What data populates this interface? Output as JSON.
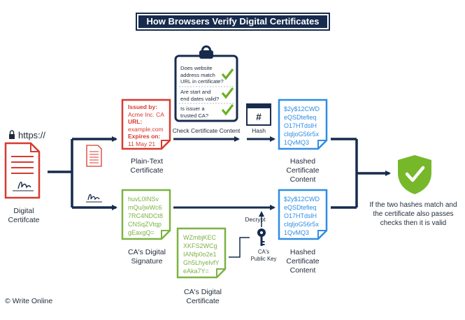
{
  "title": "How Browsers Verify Digital Certificates",
  "url_label": "https://",
  "digital_cert": {
    "label_line1": "Digital",
    "label_line2": "Certifcate"
  },
  "plaintext_cert": {
    "issued_by_label": "Issued by:",
    "issued_by_value": "Acme Inc. CA",
    "url_label": "URL:",
    "url_value": "example.com",
    "expires_label": "Expires on:",
    "expires_value": "11 May 21",
    "caption_line1": "Plain-Text",
    "caption_line2": "Certificate"
  },
  "clipboard": {
    "q1_line1": "Does website",
    "q1_line2": "address match",
    "q1_line3": "URL in certificate?",
    "q2_line1": "Are start and",
    "q2_line2": "end dates valid?",
    "q3_line1": "Is issuer a",
    "q3_line2": "trusted CA?"
  },
  "check_content_label": "Check Certificate Content",
  "hash_label": "Hash",
  "hash_icon": "#",
  "hash_lines": [
    "$2y$12CWD",
    "eQSDtefieq",
    "O17HTdslH",
    "clqljoG56r5x",
    "1QvMQ3"
  ],
  "hashed_caption": {
    "line1": "Hashed",
    "line2": "Certificate",
    "line3": "Content"
  },
  "signature_lines": [
    "huvL0INSv",
    "mQu/jwWc6",
    "7RC4NDCt8",
    "CNSqZVtqp",
    "gEaxgQ="
  ],
  "signature_caption": {
    "line1": "CA's Digital",
    "line2": "Signature"
  },
  "decrypt_label": "Decrypt",
  "ca_key_label": {
    "line1": "CA's",
    "line2": "Public Key"
  },
  "ca_cert_lines": [
    "WZmbjKEC",
    "XKFS2WCg",
    "IANfp0o2e1",
    "Gh5LhyelvfY",
    "eAka7Y="
  ],
  "ca_cert_caption": {
    "line1": "CA's Digital",
    "line2": "Certificate"
  },
  "result_text": {
    "line1": "If the two hashes match and",
    "line2": "the certificate also passes",
    "line3": "checks then it is valid"
  },
  "copyright": "© Write Online",
  "colors": {
    "navy": "#172b4d",
    "red": "#d83a2e",
    "green": "#7cb342",
    "blue": "#2f8de4",
    "check_green": "#6ab023",
    "shield_green": "#76b82a"
  }
}
